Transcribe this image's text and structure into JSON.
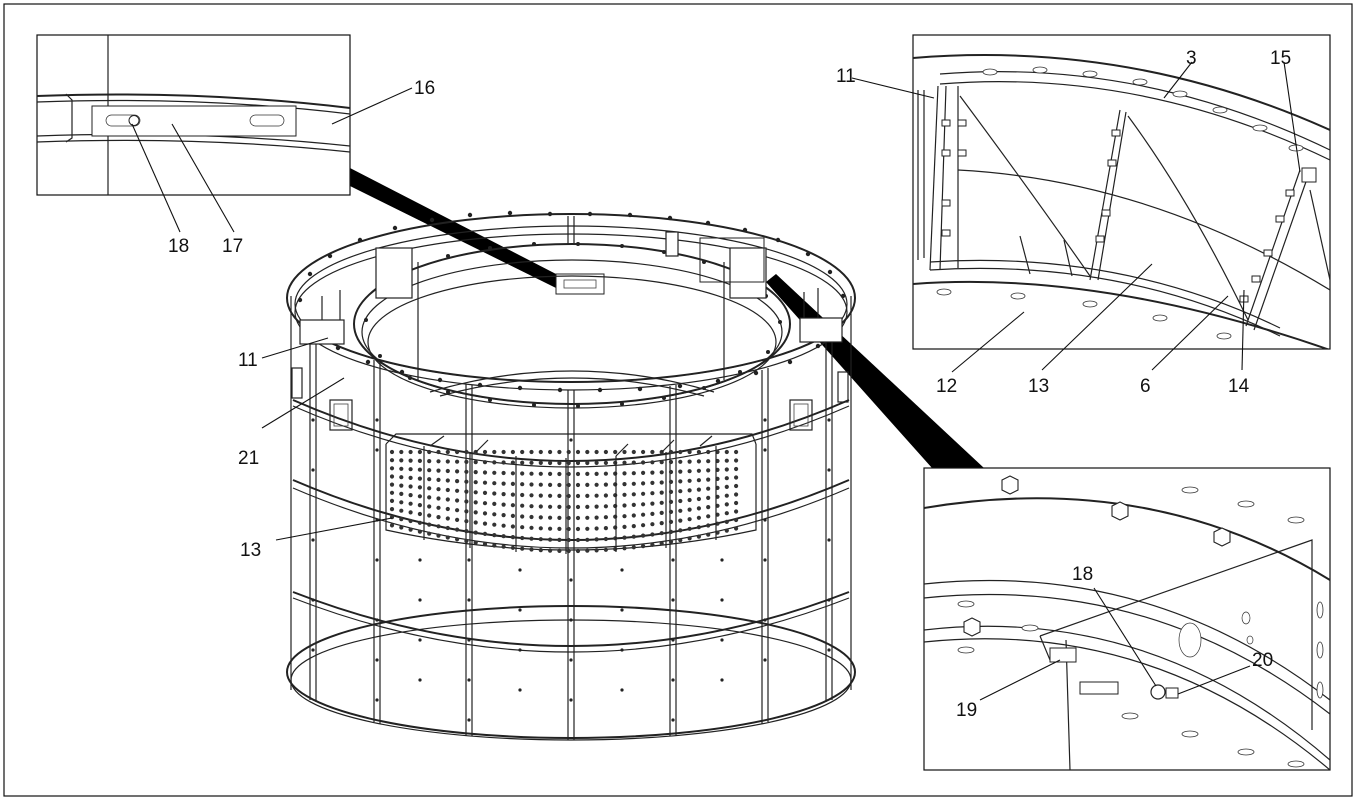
{
  "callouts": {
    "c11_main": "11",
    "c21": "21",
    "c13_main": "13",
    "c16": "16",
    "c17": "17",
    "c18_top": "18",
    "c11_inset": "11",
    "c3": "3",
    "c15": "15",
    "c12": "12",
    "c13_inset": "13",
    "c6": "6",
    "c14": "14",
    "c18_br": "18",
    "c20": "20",
    "c19": "19"
  },
  "colors": {
    "line": "#222222",
    "wedge": "#000000",
    "background": "#ffffff"
  }
}
